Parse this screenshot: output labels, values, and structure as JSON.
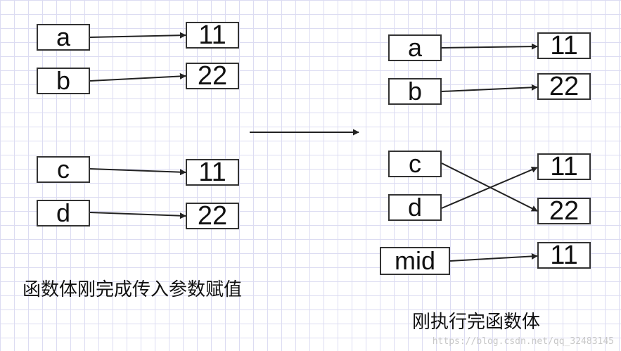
{
  "before": {
    "vars": [
      "a",
      "b",
      "c",
      "d"
    ],
    "values": [
      "11",
      "22",
      "11",
      "22"
    ],
    "caption": "函数体刚完成传入参数赋值"
  },
  "after": {
    "vars": [
      "a",
      "b",
      "c",
      "d",
      "mid"
    ],
    "values": [
      "11",
      "22",
      "11",
      "22",
      "11"
    ],
    "caption": "刚执行完函数体"
  },
  "watermark": "https://blog.csdn.net/qq_32483145",
  "colors": {
    "grid": "#dcdcf2",
    "stroke": "#222222",
    "box_border": "#333333"
  }
}
